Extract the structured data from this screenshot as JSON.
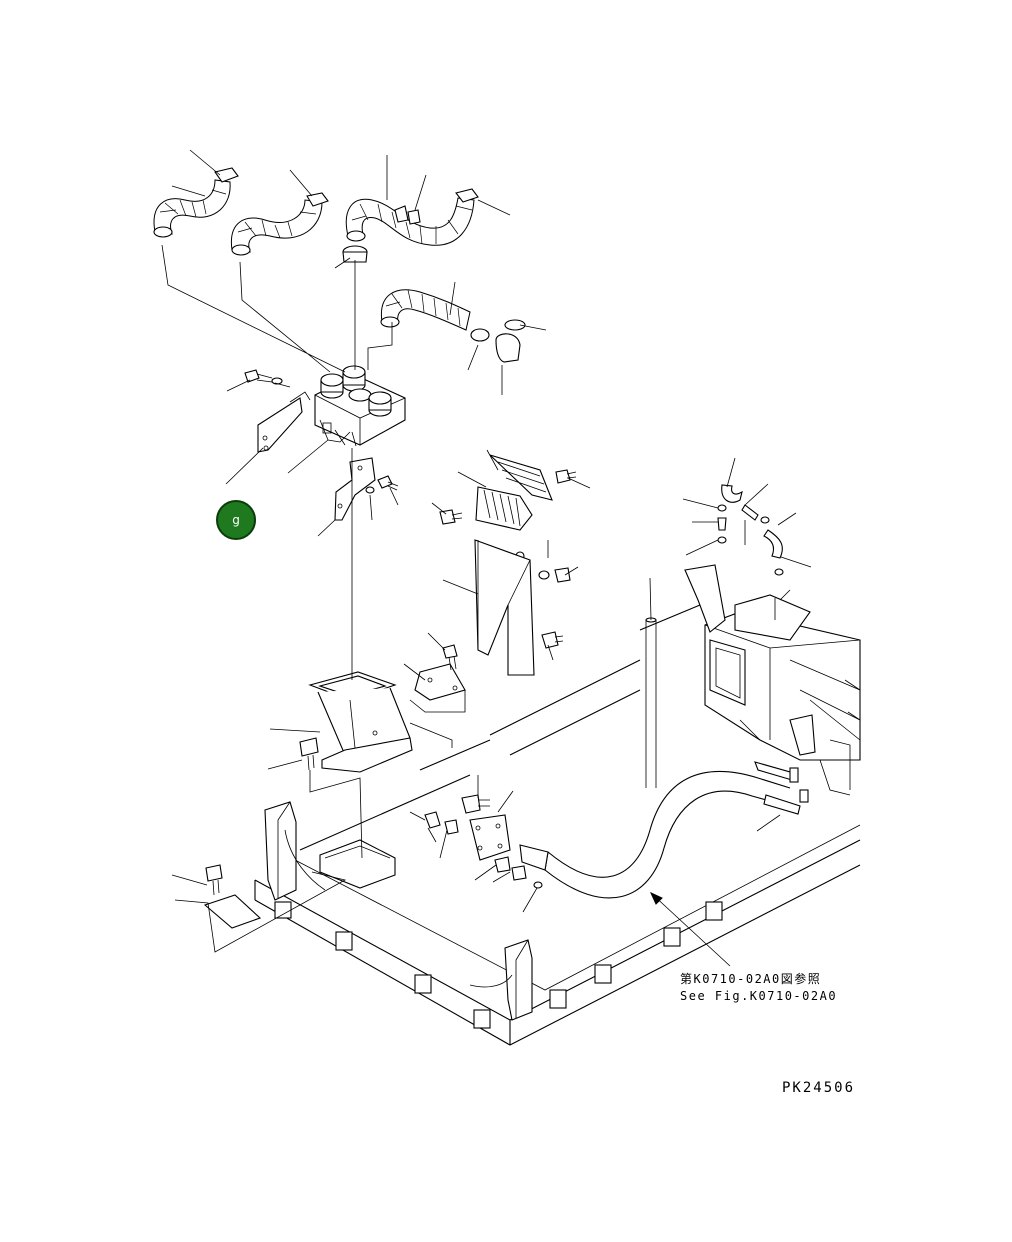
{
  "diagram": {
    "drawing_code": "PK24506",
    "reference_note": {
      "japanese": "第K0710-02A0図参照",
      "english": "See Fig.K0710-02A0"
    },
    "marker": {
      "label": "g",
      "fill_color": "#1f7a1f",
      "stroke_color": "#0b3d0b"
    }
  }
}
